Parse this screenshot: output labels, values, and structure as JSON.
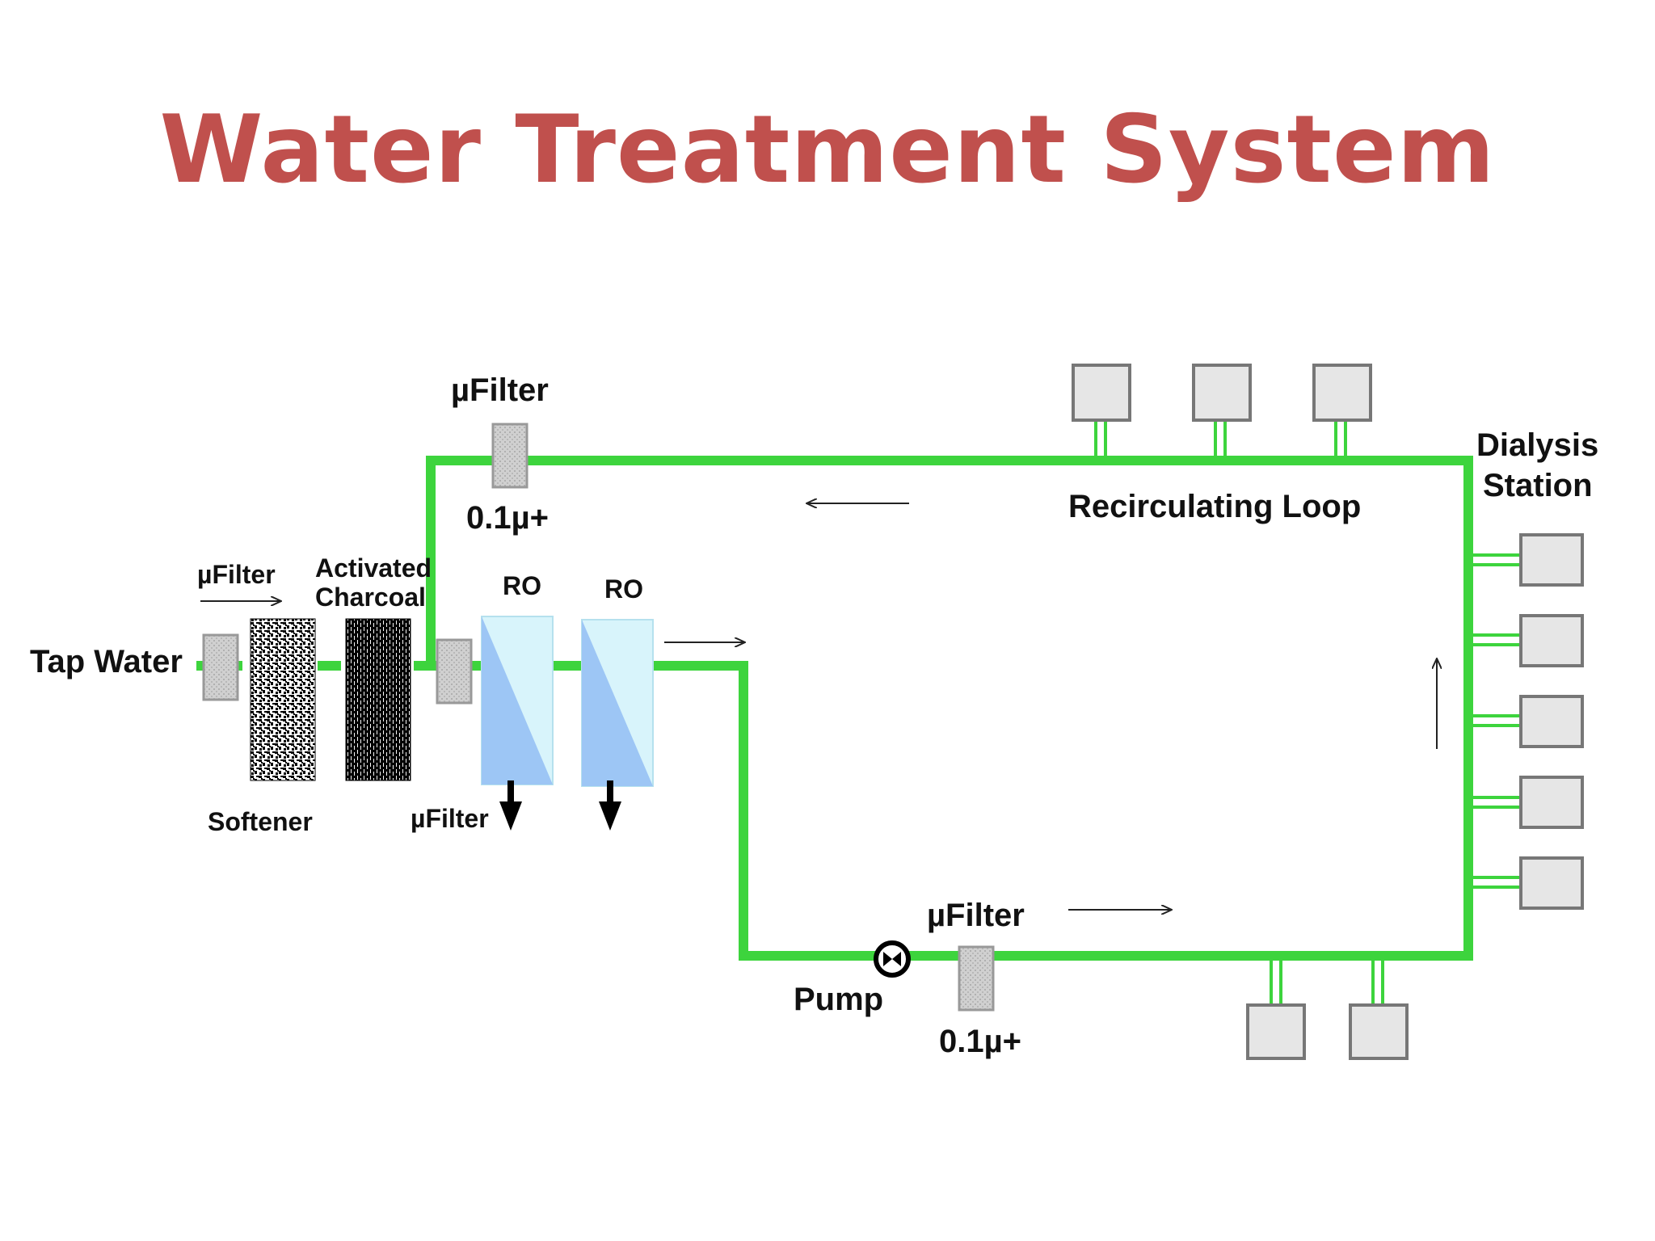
{
  "title": "Water Treatment System",
  "labels": {
    "tap_water": "Tap Water",
    "filter_inlet": "µFilter",
    "activated_charcoal_1": "Activated",
    "activated_charcoal_2": "Charcoal",
    "softener": "Softener",
    "ro_1": "RO",
    "ro_2": "RO",
    "filter_ro": "µFilter",
    "filter_top": "µFilter",
    "filter_top_rating": "0.1µ+",
    "recirculating_loop": "Recirculating Loop",
    "dialysis_station_1": "Dialysis",
    "dialysis_station_2": "Station",
    "filter_bottom": "µFilter",
    "filter_bottom_rating": "0.1µ+",
    "pump": "Pump"
  },
  "colors": {
    "title": "#c0504d",
    "pipe": "#3dd43d",
    "station_fill": "#e6e6e6",
    "ro_fill": "#d8f4fb",
    "ro_membrane": "#9dc6f5"
  },
  "icons": [
    "filter-cartridge-icon",
    "softener-bed-icon",
    "charcoal-bed-icon",
    "ro-membrane-icon",
    "pump-icon",
    "dialysis-station-icon",
    "flow-arrow-icon",
    "drain-arrow-icon"
  ]
}
